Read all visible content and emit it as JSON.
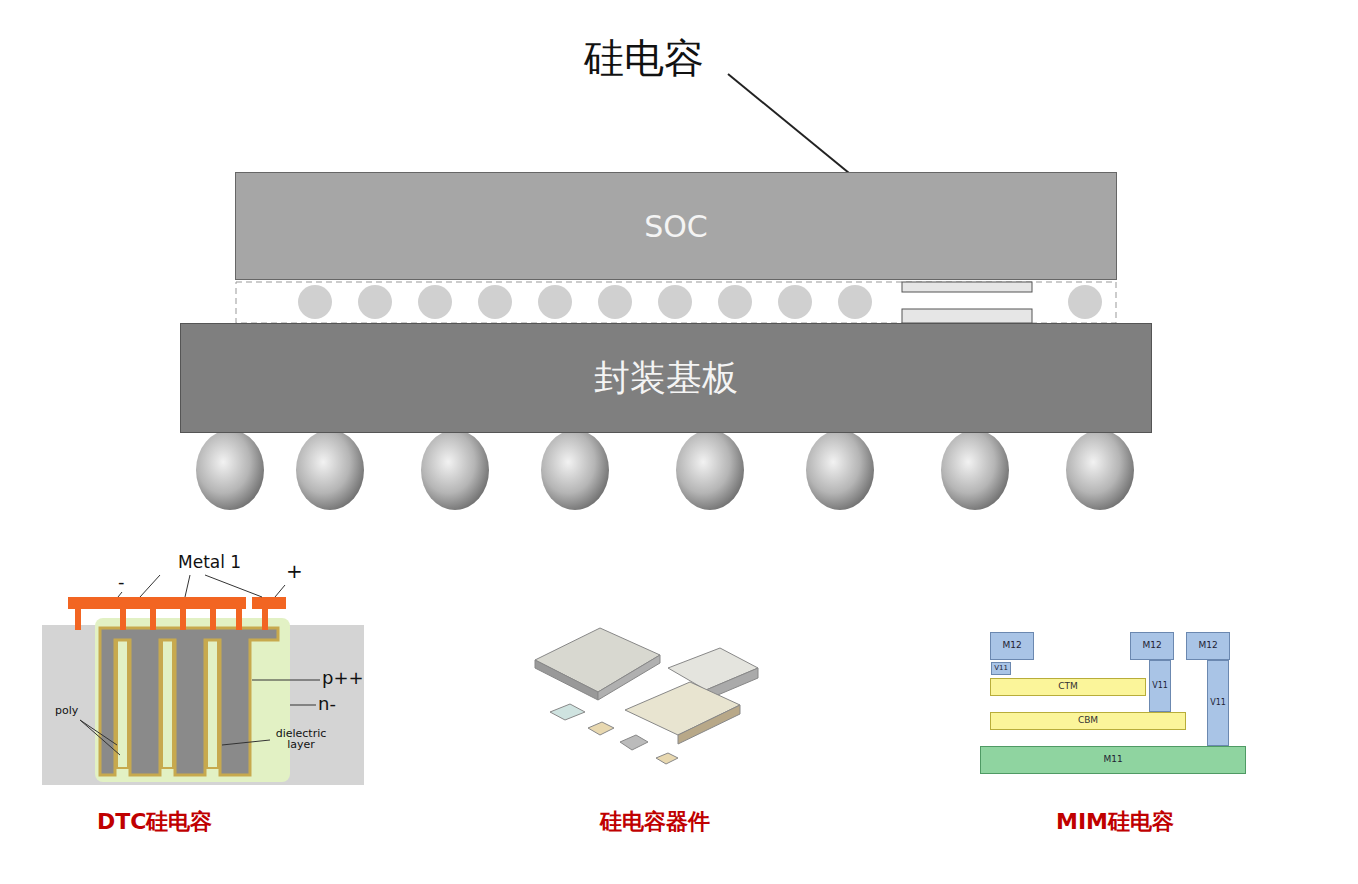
{
  "diagram": {
    "nodes": [
      {
        "text": [
          "SOC"
        ]
      },
      {
        "text": [
          "封装基板"
        ]
      },
      {
        "text": [
          "M12"
        ]
      },
      {
        "text": [
          "V11"
        ]
      },
      {
        "text": [
          "M12"
        ]
      },
      {
        "text": [
          "M12"
        ]
      },
      {
        "text": [
          "CTM"
        ]
      },
      {
        "text": [
          "V11"
        ]
      },
      {
        "text": [
          "CBM"
        ]
      },
      {
        "text": [
          "V11"
        ]
      },
      {
        "text": [
          "M11"
        ]
      }
    ],
    "labels": [
      "硅电容",
      "Metal 1",
      "-",
      "+",
      "p++",
      "n-",
      "poly",
      "dielectric layer",
      "DTC硅电容",
      "硅电容器件",
      "MIM硅电容"
    ]
  }
}
